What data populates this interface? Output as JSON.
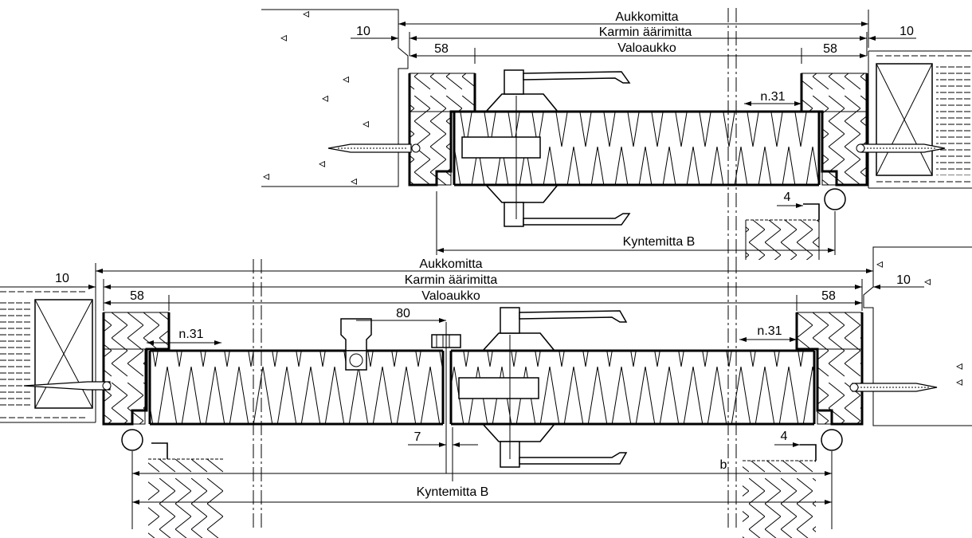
{
  "top_view": {
    "opening_label": "Aukkomitta",
    "frame_outer_label": "Karmin äärimitta",
    "light_opening_label": "Valoaukko",
    "gap_left": "10",
    "gap_right": "10",
    "frame_left": "58",
    "frame_right": "58",
    "rebate": "n.31",
    "clearance": "4",
    "pivot_label": "Kyntemitta  B"
  },
  "bottom_view": {
    "opening_label": "Aukkomitta",
    "frame_outer_label": "Karmin äärimitta",
    "light_opening_label": "Valoaukko",
    "gap_left": "10",
    "gap_right": "10",
    "frame_left": "58",
    "frame_right": "58",
    "rebate_left": "n.31",
    "rebate_right": "n.31",
    "bolt_distance": "80",
    "meeting_gap": "7",
    "clearance": "4",
    "marker": "b",
    "pivot_label": "Kyntemitta  B"
  }
}
